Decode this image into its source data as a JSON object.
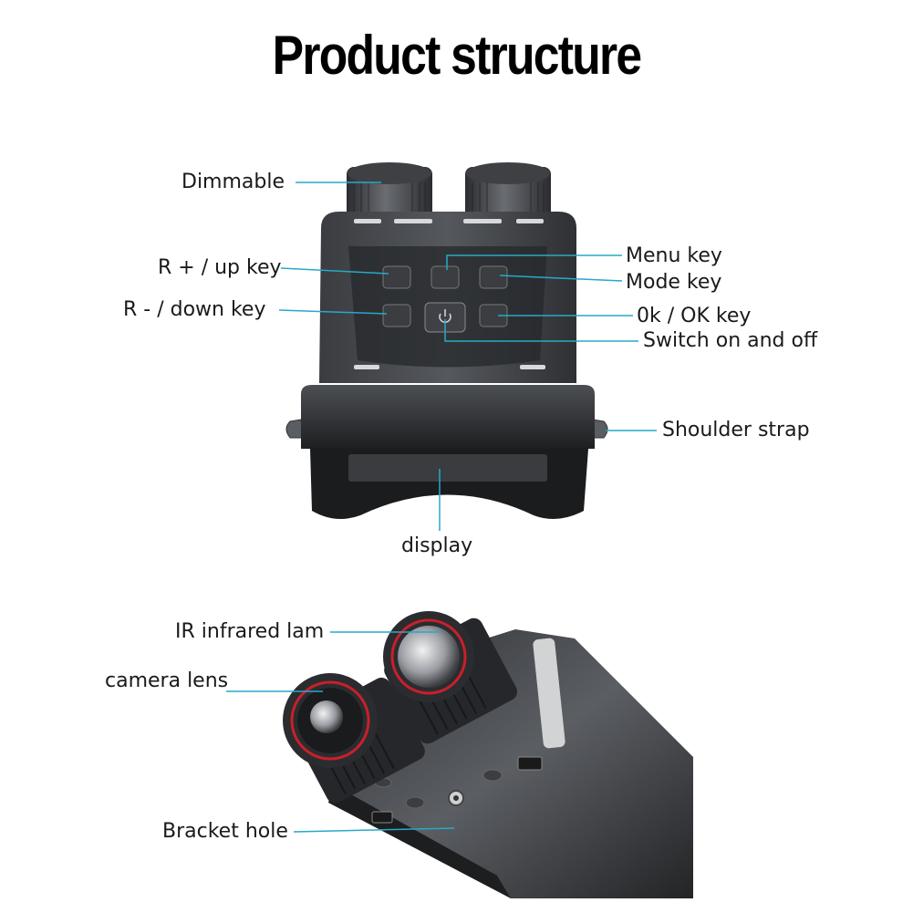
{
  "title": "Product structure",
  "labels": {
    "dimmable": "Dimmable",
    "up_key": "R + / up key",
    "down_key": "R - / down key",
    "menu_key": "Menu key",
    "mode_key": "Mode key",
    "ok_key": "0k / OK key",
    "power": "Switch on and off",
    "strap": "Shoulder strap",
    "display": "display",
    "ir_lamp": "IR infrared lam",
    "lens": "camera lens",
    "bracket": "Bracket hole"
  },
  "colors": {
    "leader_line": "#27a9c9",
    "body_dark": "#2b2d30",
    "body_mid": "#4a4d52",
    "lens_ring": "#c8202a"
  },
  "icons": [
    "power-icon",
    "binocular-top-view-image",
    "binocular-front-view-image"
  ]
}
